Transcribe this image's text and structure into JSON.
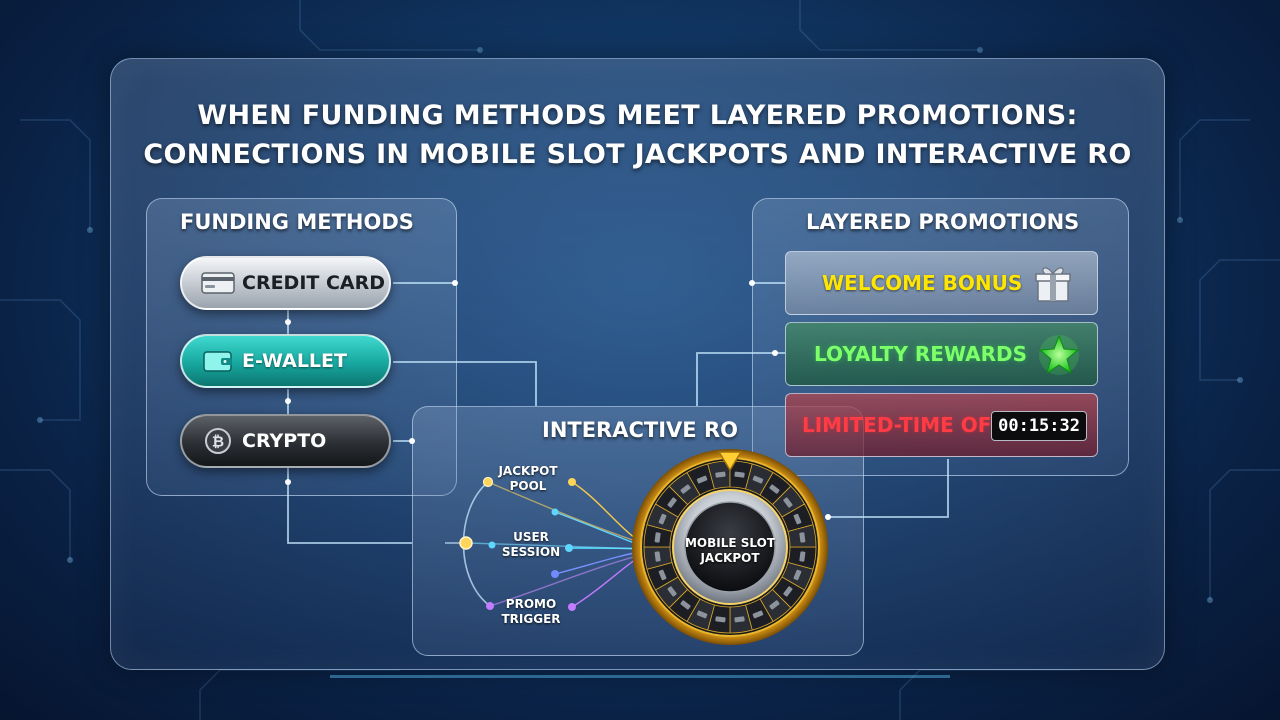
{
  "title": {
    "line1": "WHEN FUNDING METHODS MEET LAYERED PROMOTIONS:",
    "line2": "CONNECTIONS IN MOBILE SLOT JACKPOTS AND INTERACTIVE RO"
  },
  "funding": {
    "title": "FUNDING METHODS",
    "methods": [
      {
        "label": "CREDIT CARD",
        "icon": "credit-card-icon"
      },
      {
        "label": "E-WALLET",
        "icon": "wallet-icon"
      },
      {
        "label": "CRYPTO",
        "icon": "bitcoin-icon"
      }
    ]
  },
  "promotions": {
    "title": "LAYERED PROMOTIONS",
    "items": [
      {
        "label": "WELCOME BONUS",
        "icon": "gift-icon",
        "color": "#ffe600"
      },
      {
        "label": "LOYALTY REWARDS",
        "icon": "star-icon",
        "color": "#7dff6a"
      },
      {
        "label": "LIMITED-TIME OFFER",
        "icon": "timer-icon",
        "color": "#ff3b45",
        "timer": "00:15:32"
      }
    ]
  },
  "interactive": {
    "title": "INTERACTIVE RO",
    "nodes": [
      {
        "line1": "JACKPOT",
        "line2": "POOL"
      },
      {
        "line1": "USER",
        "line2": "SESSION"
      },
      {
        "line1": "PROMO",
        "line2": "TRIGGER"
      }
    ],
    "wheel": {
      "line1": "MOBILE SLOT",
      "line2": "JACKPOT"
    }
  },
  "colors": {
    "background": "#123a68",
    "gold": "#f0b429",
    "teal": "#17a79f",
    "connector": "#bfe6ff"
  }
}
